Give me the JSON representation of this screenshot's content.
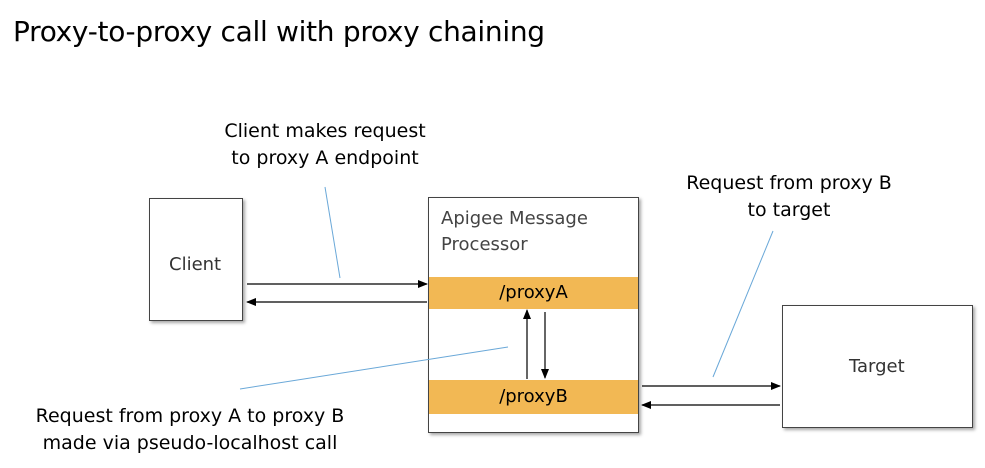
{
  "title": "Proxy-to-proxy call with proxy chaining",
  "nodes": {
    "client": "Client",
    "message_processor": "Apigee Message\nProcessor",
    "proxy_a": "/proxyA",
    "proxy_b": "/proxyB",
    "target": "Target"
  },
  "annotations": {
    "client_request_line1": "Client makes request",
    "client_request_line2": "to proxy A endpoint",
    "proxyb_target_line1": "Request from proxy B",
    "proxyb_target_line2": "to target",
    "a_to_b_line1": "Request from proxy A to proxy B",
    "a_to_b_line2": "made via pseudo-localhost call"
  },
  "colors": {
    "proxy_bar": "#f2b854",
    "callout_line": "#6aa8d8",
    "arrow": "#000000"
  }
}
